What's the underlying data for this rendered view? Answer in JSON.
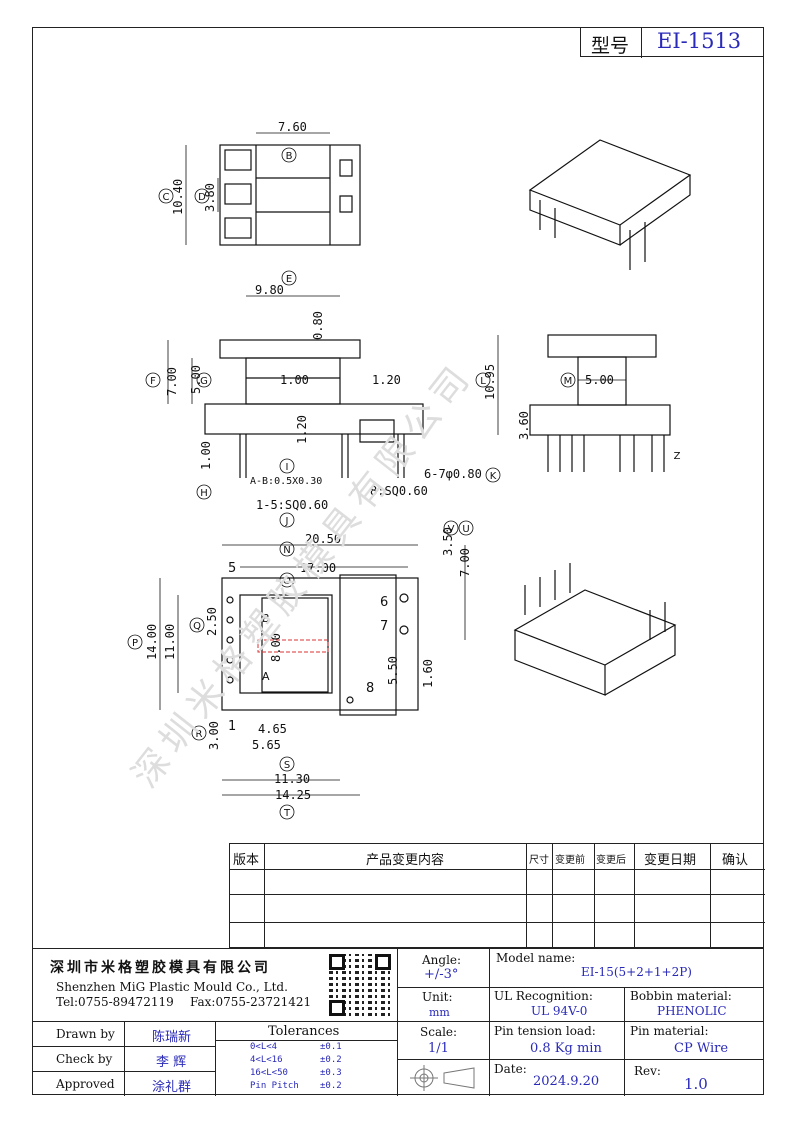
{
  "header": {
    "model_label": "型号",
    "model_value": "EI-1513"
  },
  "dims": {
    "top_width": "7.60",
    "top_height": "10.40",
    "top_slot": "3.80",
    "mid_width": "9.80",
    "mid_gap": "0.80",
    "mid_inner": "1.00",
    "mid_right": "1.20",
    "mid_h1": "7.00",
    "mid_h2": "5.00",
    "mid_h3": "1.20",
    "mid_pin": "1.00",
    "ab_note": "A-B:0.5X0.30",
    "pins_16": "1-5:SQ0.60",
    "pin_8": "8:SQ0.60",
    "pin_67": "6-7φ0.80",
    "side_height": "10.95",
    "side_width": "5.00",
    "side_h": "3.60",
    "bot_w1": "20.50",
    "bot_w2": "17.00",
    "bot_h1": "14.00",
    "bot_h2": "11.00",
    "bot_pitch": "2.50",
    "bot_win": "8.00",
    "bot_p3": "3.00",
    "bot_465": "4.65",
    "bot_565": "5.65",
    "bot_1130": "11.30",
    "bot_1425": "14.25",
    "bot_350": "3.50",
    "bot_700": "7.00",
    "bot_550": "5.50",
    "bot_160": "1.60"
  },
  "callouts": [
    "B",
    "C",
    "D",
    "E",
    "F",
    "G",
    "H",
    "I",
    "J",
    "K",
    "L",
    "M",
    "N",
    "O",
    "P",
    "Q",
    "R",
    "S",
    "T",
    "U",
    "V",
    "Z"
  ],
  "pin_numbers": [
    "1",
    "5",
    "6",
    "7",
    "8"
  ],
  "slot_letters": [
    "A",
    "B"
  ],
  "watermark": "深圳米格塑胶模具有限公司",
  "revision_table": {
    "headers": [
      "版本",
      "产品变更内容",
      "尺寸",
      "变更前",
      "变更后",
      "变更日期",
      "确认"
    ]
  },
  "title_block": {
    "company_cn": "深圳市米格塑胶模具有限公司",
    "company_en": "Shenzhen MiG Plastic Mould Co., Ltd.",
    "tel": "Tel:0755-89472119",
    "fax": "Fax:0755-23721421",
    "angle_label": "Angle:",
    "angle_value": "+/-3°",
    "unit_label": "Unit:",
    "unit_value": "mm",
    "scale_label": "Scale:",
    "scale_value": "1/1",
    "model_name_label": "Model name:",
    "model_name_value": "EI-15(5+2+1+2P)",
    "ul_label": "UL Recognition:",
    "ul_value": "UL 94V-0",
    "bobbin_label": "Bobbin material:",
    "bobbin_value": "PHENOLIC",
    "tension_label": "Pin tension load:",
    "tension_value": "0.8 Kg min",
    "pin_material_label": "Pin material:",
    "pin_material_value": "CP Wire",
    "date_label": "Date:",
    "date_value": "2024.9.20",
    "rev_label": "Rev:",
    "rev_value": "1.0",
    "drawn_label": "Drawn by",
    "drawn_value": "陈瑞新",
    "check_label": "Check by",
    "check_value": "李 辉",
    "approved_label": "Approved",
    "approved_value": "涂礼群",
    "tolerances_label": "Tolerances",
    "tolerances": [
      {
        "range": "0<L<4",
        "tol": "±0.1"
      },
      {
        "range": "4<L<16",
        "tol": "±0.2"
      },
      {
        "range": "16<L<50",
        "tol": "±0.3"
      },
      {
        "range": "Pin Pitch",
        "tol": "±0.2"
      }
    ]
  }
}
